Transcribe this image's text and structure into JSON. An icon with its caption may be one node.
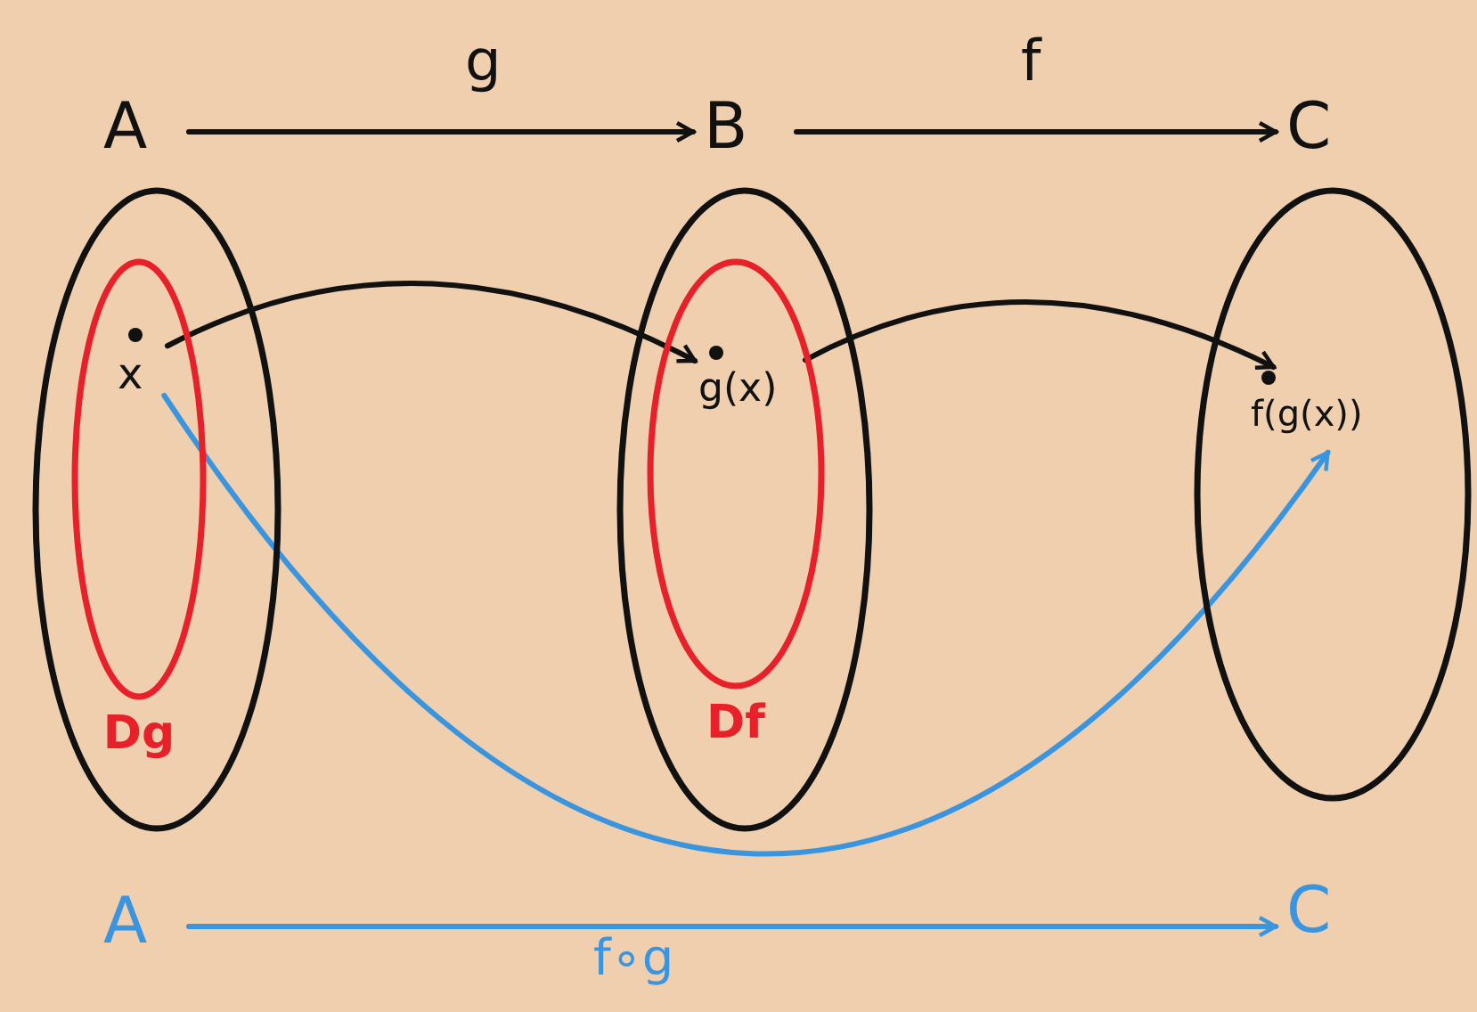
{
  "diagram": {
    "nodes": [
      {
        "text": [
          "A"
        ]
      },
      {
        "text": [
          "B"
        ]
      },
      {
        "text": [
          "C"
        ]
      },
      {
        "text": [],
        "shape": "ellipse"
      },
      {
        "text": [
          "Dg"
        ],
        "in": 3
      },
      {
        "text": [
          "x"
        ],
        "in": 4
      },
      {
        "text": [],
        "shape": "ellipse"
      },
      {
        "text": [
          "Df"
        ],
        "in": 6
      },
      {
        "text": [
          "g(x)"
        ],
        "in": 7
      },
      {
        "text": [],
        "shape": "ellipse"
      },
      {
        "text": [
          "f(g(x))"
        ],
        "in": 9
      },
      {
        "text": [
          "A"
        ]
      },
      {
        "text": [
          "C"
        ]
      }
    ],
    "edges": [
      {
        "from": 0,
        "to": 1,
        "arrow": "to",
        "label": "g"
      },
      {
        "from": 1,
        "to": 2,
        "arrow": "to",
        "label": "f"
      },
      {
        "from": 5,
        "to": 8,
        "arrow": "to"
      },
      {
        "from": 8,
        "to": 10,
        "arrow": "to"
      },
      {
        "from": 5,
        "to": 10,
        "arrow": "to",
        "color": "#3a95e0"
      },
      {
        "from": 11,
        "to": 12,
        "arrow": "to",
        "label": "f∘g",
        "color": "#3a95e0"
      }
    ]
  }
}
